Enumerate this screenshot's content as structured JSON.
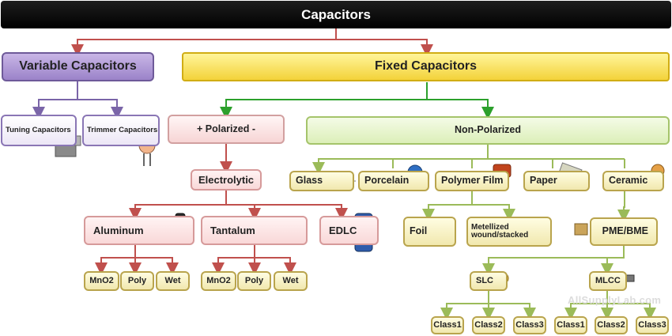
{
  "title": "Capacitors",
  "variable": {
    "label": "Variable Capacitors",
    "tuning": "Tuning Capacitors",
    "trimmer": "Trimmer Capacitors"
  },
  "fixed": {
    "label": "Fixed Capacitors",
    "polarized": "+ Polarized -",
    "non_polarized": "Non-Polarized",
    "electrolytic": "Electrolytic",
    "aluminum": "Aluminum",
    "tantalum": "Tantalum",
    "edlc": "EDLC",
    "aluminum_types": [
      "MnO2",
      "Poly",
      "Wet"
    ],
    "tantalum_types": [
      "MnO2",
      "Poly",
      "Wet"
    ],
    "glass": "Glass",
    "porcelain": "Porcelain",
    "polymer_film": "Polymer Film",
    "paper": "Paper",
    "ceramic": "Ceramic",
    "foil": "Foil",
    "metallized": "Metellized wound/stacked",
    "pme_bme": "PME/BME",
    "slc": "SLC",
    "mlcc": "MLCC",
    "slc_classes": [
      "Class1",
      "Class2",
      "Class3"
    ],
    "mlcc_classes": [
      "Class1",
      "Class2",
      "Class3"
    ]
  },
  "watermark": "AllSupplyLab.com",
  "colors": {
    "root": "#000000",
    "variable": "#a58fd1",
    "fixed": "#f6dc4c",
    "polarized": "#f9dede",
    "non_polarized": "#e3f2c6",
    "leaf": "#f4ecbb",
    "connector_red": "#c0504d",
    "connector_green": "#2ca02c",
    "connector_purple": "#7a65a8",
    "connector_olive": "#9bbb59"
  }
}
